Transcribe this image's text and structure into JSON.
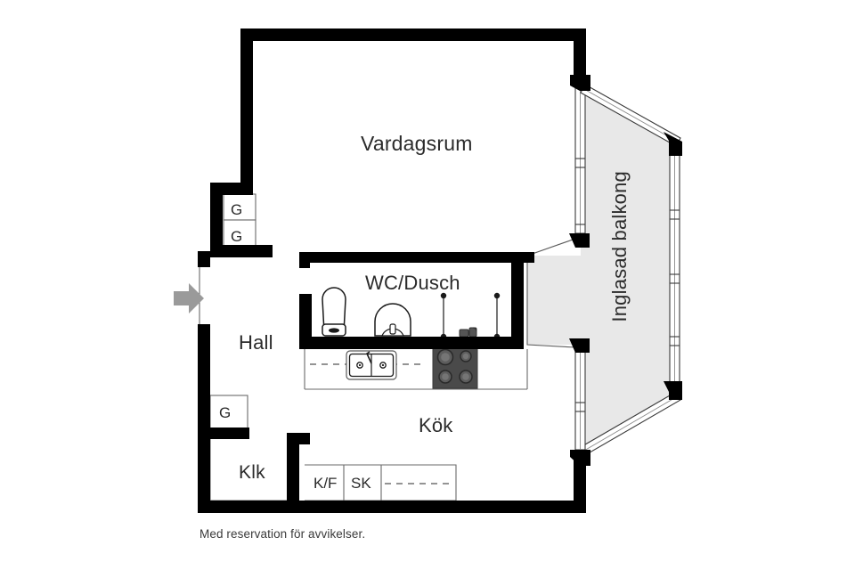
{
  "document": {
    "type": "floor-plan",
    "language": "sv",
    "disclaimer": "Med reservation för avvikelser."
  },
  "rooms": [
    {
      "key": "vardagsrum",
      "label": "Vardagsrum"
    },
    {
      "key": "wc_dusch",
      "label": "WC/Dusch"
    },
    {
      "key": "hall",
      "label": "Hall"
    },
    {
      "key": "kok",
      "label": "Kök"
    },
    {
      "key": "klk",
      "label": "Klk"
    },
    {
      "key": "balkong",
      "label": "Inglasad balkong"
    }
  ],
  "closets": [
    {
      "key": "g1",
      "label": "G"
    },
    {
      "key": "g2",
      "label": "G"
    },
    {
      "key": "g3",
      "label": "G"
    }
  ],
  "appliances": [
    {
      "key": "kf",
      "label": "K/F"
    },
    {
      "key": "sk",
      "label": "SK"
    }
  ],
  "fixtures": [
    {
      "key": "toilet",
      "name": "toilet-fixture"
    },
    {
      "key": "washbasin",
      "name": "washbasin-fixture"
    },
    {
      "key": "sink",
      "name": "kitchen-sink-fixture"
    },
    {
      "key": "cooktop",
      "name": "cooktop-fixture"
    }
  ],
  "markers": [
    {
      "key": "entrance",
      "name": "entrance-arrow"
    }
  ],
  "colors": {
    "wall": "#000000",
    "background": "#ffffff",
    "balcony_fill": "#e8e8e8",
    "arrow": "#9a9a9a",
    "cooktop": "#4a4a4a",
    "text": "#2b2b2b",
    "thin_line": "#6a6a6a"
  }
}
